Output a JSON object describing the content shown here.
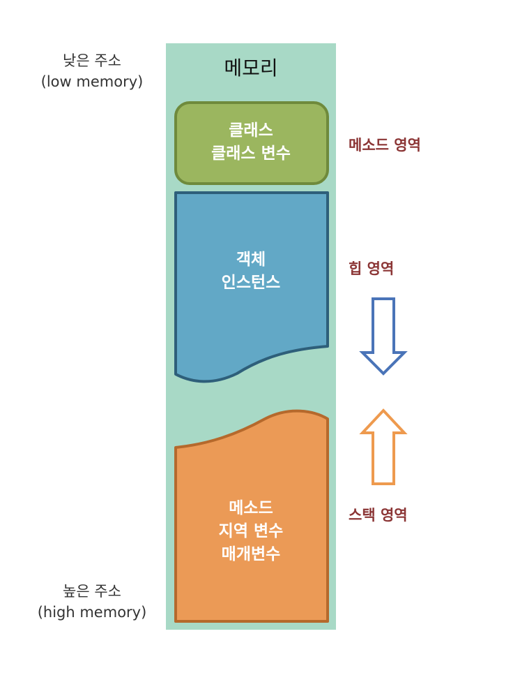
{
  "low_address": {
    "line1": "낮은 주소",
    "line2": "(low memory)"
  },
  "high_address": {
    "line1": "높은 주소",
    "line2": "(high memory)"
  },
  "memory": {
    "title": "메모리"
  },
  "method_area": {
    "label": "메소드 영역",
    "lines": [
      "클래스",
      "클래스 변수"
    ]
  },
  "heap_area": {
    "label": "힙 영역",
    "lines": [
      "객체",
      "인스턴스"
    ]
  },
  "stack_area": {
    "label": "스택 영역",
    "lines": [
      "메소드",
      "지역 변수",
      "매개변수"
    ]
  },
  "colors": {
    "memory_bg": "#a8d9c6",
    "method_fill": "#9bb65f",
    "method_stroke": "#6f8a3c",
    "heap_fill": "#62a8c6",
    "heap_stroke": "#2e5f7a",
    "stack_fill": "#eb9a56",
    "stack_stroke": "#b5692c",
    "heap_arrow": "#4a74b8",
    "stack_arrow": "#ee9a4e",
    "region_label": "#8b3535"
  }
}
